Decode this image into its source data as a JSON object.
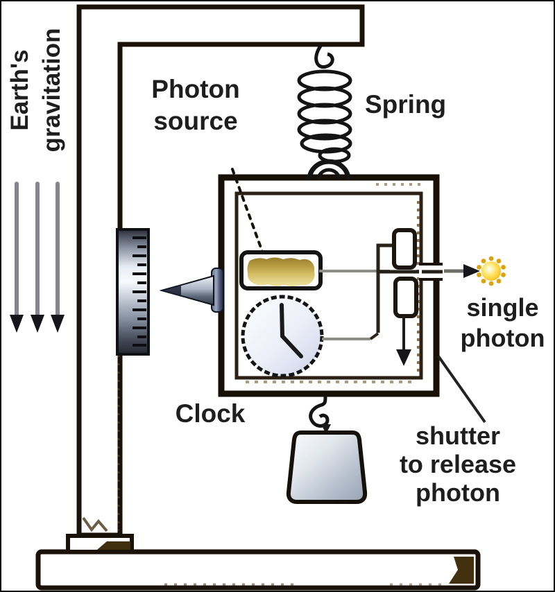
{
  "labels": {
    "earths_gravitation": [
      "Earth's",
      "gravitation"
    ],
    "photon_source": [
      "Photon",
      "source"
    ],
    "spring": "Spring",
    "clock": "Clock",
    "single_photon": [
      "single",
      "photon"
    ],
    "shutter_note": [
      "shutter",
      "to release",
      "photon"
    ]
  },
  "colors": {
    "line": "#1a1108",
    "label_text": "#1e1e1e",
    "beam_gray": "#8e8e88",
    "arrow_shaft_gray": "#85858a",
    "arrow_head_black": "#15151a",
    "gold_dark": "#9b7d2c",
    "gold_light": "#efe2a2",
    "photon_core": "#ffffff",
    "photon_edge": "#eaaf10",
    "photon_dot": "#d9a410",
    "metal_light": "#f3f5f9",
    "metal_dark": "#333c4c",
    "clock_face": "#eceef8",
    "wood_brown": "#43300f"
  }
}
